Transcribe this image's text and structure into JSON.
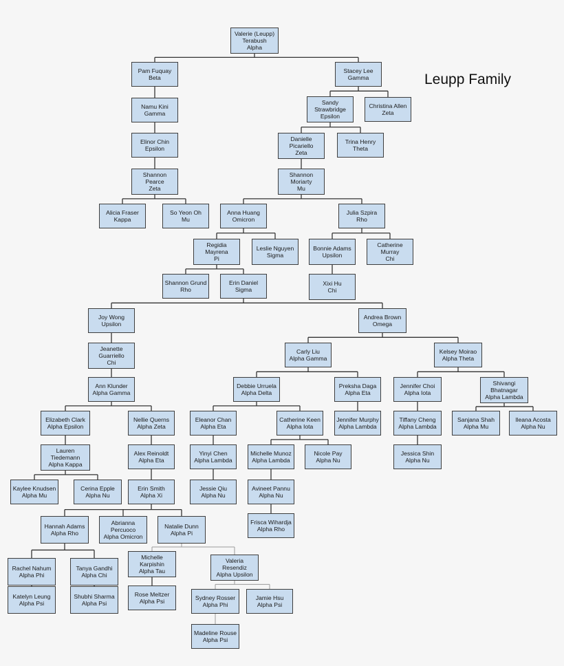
{
  "title": "Leupp Family",
  "nodes": [
    {
      "id": "valerie",
      "lines": [
        "Valerie (Leupp)",
        "Terabush",
        "Alpha"
      ]
    },
    {
      "id": "pam",
      "lines": [
        "Pam Fuquay",
        "Beta"
      ]
    },
    {
      "id": "stacey",
      "lines": [
        "Stacey Lee",
        "Gamma"
      ]
    },
    {
      "id": "namu",
      "lines": [
        "Namu Kini",
        "Gamma"
      ]
    },
    {
      "id": "sandy",
      "lines": [
        "Sandy",
        "Strawbridge",
        "Epsilon"
      ]
    },
    {
      "id": "christina",
      "lines": [
        "Christina Allen",
        "Zeta"
      ]
    },
    {
      "id": "elinor",
      "lines": [
        "Elinor Chin",
        "Epsilon"
      ]
    },
    {
      "id": "danielle",
      "lines": [
        "Danielle",
        "Picariello",
        "Zeta"
      ]
    },
    {
      "id": "trina",
      "lines": [
        "Trina Henry",
        "Theta"
      ]
    },
    {
      "id": "shannonp",
      "lines": [
        "Shannon",
        "Pearce",
        "Zeta"
      ]
    },
    {
      "id": "shannonm",
      "lines": [
        "Shannon",
        "Moriarty",
        "Mu"
      ]
    },
    {
      "id": "alicia",
      "lines": [
        "Alicia Fraser",
        "Kappa"
      ]
    },
    {
      "id": "soyeon",
      "lines": [
        "So Yeon Oh",
        "Mu"
      ]
    },
    {
      "id": "anna",
      "lines": [
        "Anna Huang",
        "Omicron"
      ]
    },
    {
      "id": "julia",
      "lines": [
        "Julia Szpira",
        "Rho"
      ]
    },
    {
      "id": "regidia",
      "lines": [
        "Regidia",
        "Mayrena",
        "Pi"
      ]
    },
    {
      "id": "leslie",
      "lines": [
        "Leslie Nguyen",
        "Sigma"
      ]
    },
    {
      "id": "bonnie",
      "lines": [
        "Bonnie Adams",
        "Upsilon"
      ]
    },
    {
      "id": "catherinem",
      "lines": [
        "Catherine",
        "Murray",
        "Chi"
      ]
    },
    {
      "id": "shannong",
      "lines": [
        "Shannon Grund",
        "Rho"
      ]
    },
    {
      "id": "erind",
      "lines": [
        "Erin Daniel",
        "Sigma"
      ]
    },
    {
      "id": "xixi",
      "lines": [
        "Xixi Hu",
        "Chi"
      ]
    },
    {
      "id": "joy",
      "lines": [
        "Joy Wong",
        "Upsilon"
      ]
    },
    {
      "id": "andrea",
      "lines": [
        "Andrea Brown",
        "Omega"
      ]
    },
    {
      "id": "jeanette",
      "lines": [
        "Jeanette",
        "Guarriello",
        "Chi"
      ]
    },
    {
      "id": "carly",
      "lines": [
        "Carly Liu",
        "Alpha Gamma"
      ]
    },
    {
      "id": "kelsey",
      "lines": [
        "Kelsey Moirao",
        "Alpha Theta"
      ]
    },
    {
      "id": "ann",
      "lines": [
        "Ann Klunder",
        "Alpha Gamma"
      ]
    },
    {
      "id": "debbie",
      "lines": [
        "Debbie Urruela",
        "Alpha Delta"
      ]
    },
    {
      "id": "preksha",
      "lines": [
        "Preksha Daga",
        "Alpha Eta"
      ]
    },
    {
      "id": "jennifer",
      "lines": [
        "Jennifer Choi",
        "Alpha Iota"
      ]
    },
    {
      "id": "shivangi",
      "lines": [
        "Shivangi",
        "Bhatnagar",
        "Alpha Lambda"
      ]
    },
    {
      "id": "elizabeth",
      "lines": [
        "Elizabeth Clark",
        "Alpha Epsilon"
      ]
    },
    {
      "id": "nellie",
      "lines": [
        "Nellie Querns",
        "Alpha Zeta"
      ]
    },
    {
      "id": "eleanor",
      "lines": [
        "Eleanor Chan",
        "Alpha Eta"
      ]
    },
    {
      "id": "catherinek",
      "lines": [
        "Catherine Keen",
        "Alpha Iota"
      ]
    },
    {
      "id": "jmurphy",
      "lines": [
        "Jennifer Murphy",
        "Alpha Lambda"
      ]
    },
    {
      "id": "tiffany",
      "lines": [
        "Tiffany Cheng",
        "Alpha Lambda"
      ]
    },
    {
      "id": "sanjana",
      "lines": [
        "Sanjana Shah",
        "Alpha Mu"
      ]
    },
    {
      "id": "ileana",
      "lines": [
        "Ileana Acosta",
        "Alpha Nu"
      ]
    },
    {
      "id": "lauren",
      "lines": [
        "Lauren",
        "Tiedemann",
        "Alpha Kappa"
      ]
    },
    {
      "id": "alex",
      "lines": [
        "Alex Reinoldt",
        "Alpha Eta"
      ]
    },
    {
      "id": "yinyi",
      "lines": [
        "Yinyi Chen",
        "Alpha Lambda"
      ]
    },
    {
      "id": "michellem",
      "lines": [
        "Michelle Munoz",
        "Alpha Lambda"
      ]
    },
    {
      "id": "nicole",
      "lines": [
        "Nicole Pay",
        "Alpha Nu"
      ]
    },
    {
      "id": "jessica",
      "lines": [
        "Jessica Shin",
        "Alpha Nu"
      ]
    },
    {
      "id": "kaylee",
      "lines": [
        "Kaylee Knudsen",
        "Alpha Mu"
      ]
    },
    {
      "id": "cerina",
      "lines": [
        "Cerina Epple",
        "Alpha Nu"
      ]
    },
    {
      "id": "erins",
      "lines": [
        "Erin Smith",
        "Alpha Xi"
      ]
    },
    {
      "id": "jessie",
      "lines": [
        "Jessie Qiu",
        "Alpha Nu"
      ]
    },
    {
      "id": "avineet",
      "lines": [
        "Avineet Pannu",
        "Alpha Nu"
      ]
    },
    {
      "id": "hannah",
      "lines": [
        "Hannah Adams",
        "Alpha Rho"
      ]
    },
    {
      "id": "abrianna",
      "lines": [
        "Abrianna",
        "Percuoco",
        "Alpha Omicron"
      ]
    },
    {
      "id": "natalie",
      "lines": [
        "Natalie Dunn",
        "Alpha Pi"
      ]
    },
    {
      "id": "frisca",
      "lines": [
        "Frisca Wihardja",
        "Alpha Rho"
      ]
    },
    {
      "id": "michellek",
      "lines": [
        "Michelle",
        "Karpishin",
        "Alpha Tau"
      ]
    },
    {
      "id": "valeria",
      "lines": [
        "Valeria",
        "Resendiz",
        "Alpha Upsilon"
      ]
    },
    {
      "id": "rachel",
      "lines": [
        "Rachel Nahum",
        "Alpha Phi"
      ]
    },
    {
      "id": "tanya",
      "lines": [
        "Tanya Gandhi",
        "Alpha Chi"
      ]
    },
    {
      "id": "rose",
      "lines": [
        "Rose Meltzer",
        "Alpha Psi"
      ]
    },
    {
      "id": "sydney",
      "lines": [
        "Sydney Rosser",
        "Alpha Phi"
      ]
    },
    {
      "id": "jamie",
      "lines": [
        "Jamie Hsu",
        "Alpha Psi"
      ]
    },
    {
      "id": "katelyn",
      "lines": [
        "Katelyn Leung",
        "Alpha Psi"
      ]
    },
    {
      "id": "shubhi",
      "lines": [
        "Shubhi Sharma",
        "Alpha Psi"
      ]
    },
    {
      "id": "madeline",
      "lines": [
        "Madeline Rouse",
        "Alpha Psi"
      ]
    }
  ],
  "edges": [
    {
      "from": "valerie",
      "to": [
        "pam",
        "stacey"
      ]
    },
    {
      "from": "pam",
      "to": [
        "namu"
      ]
    },
    {
      "from": "namu",
      "to": [
        "elinor"
      ]
    },
    {
      "from": "elinor",
      "to": [
        "shannonp"
      ]
    },
    {
      "from": "shannonp",
      "to": [
        "alicia",
        "soyeon"
      ]
    },
    {
      "from": "stacey",
      "to": [
        "sandy",
        "christina"
      ]
    },
    {
      "from": "sandy",
      "to": [
        "danielle",
        "trina"
      ]
    },
    {
      "from": "danielle",
      "to": [
        "shannonm"
      ]
    },
    {
      "from": "shannonm",
      "to": [
        "anna",
        "julia"
      ]
    },
    {
      "from": "anna",
      "to": [
        "regidia",
        "leslie"
      ]
    },
    {
      "from": "regidia",
      "to": [
        "shannong",
        "erind"
      ]
    },
    {
      "from": "julia",
      "to": [
        "bonnie",
        "catherinem"
      ]
    },
    {
      "from": "bonnie",
      "to": [
        "xixi"
      ]
    },
    {
      "from": "erind",
      "to": [
        "joy",
        "andrea"
      ]
    },
    {
      "from": "joy",
      "to": [
        "jeanette"
      ]
    },
    {
      "from": "jeanette",
      "to": [
        "ann"
      ]
    },
    {
      "from": "ann",
      "to": [
        "elizabeth",
        "nellie"
      ]
    },
    {
      "from": "elizabeth",
      "to": [
        "lauren"
      ]
    },
    {
      "from": "lauren",
      "to": [
        "kaylee",
        "cerina"
      ]
    },
    {
      "from": "nellie",
      "to": [
        "alex"
      ]
    },
    {
      "from": "alex",
      "to": [
        "erins"
      ]
    },
    {
      "from": "erins",
      "to": [
        "hannah",
        "abrianna",
        "natalie"
      ]
    },
    {
      "from": "hannah",
      "to": [
        "rachel",
        "tanya"
      ]
    },
    {
      "from": "rachel",
      "to": [
        "katelyn"
      ]
    },
    {
      "from": "tanya",
      "to": [
        "shubhi"
      ]
    },
    {
      "from": "natalie",
      "to": [
        "michellek",
        "valeria"
      ],
      "faint": true
    },
    {
      "from": "michellek",
      "to": [
        "rose"
      ]
    },
    {
      "from": "valeria",
      "to": [
        "sydney",
        "jamie"
      ],
      "faint": true
    },
    {
      "from": "sydney",
      "to": [
        "madeline"
      ],
      "faint": true
    },
    {
      "from": "andrea",
      "to": [
        "carly",
        "kelsey"
      ]
    },
    {
      "from": "carly",
      "to": [
        "debbie",
        "preksha"
      ]
    },
    {
      "from": "debbie",
      "to": [
        "eleanor",
        "catherinek"
      ]
    },
    {
      "from": "eleanor",
      "to": [
        "yinyi"
      ]
    },
    {
      "from": "yinyi",
      "to": [
        "jessie"
      ]
    },
    {
      "from": "catherinek",
      "to": [
        "michellem",
        "nicole"
      ]
    },
    {
      "from": "michellem",
      "to": [
        "avineet"
      ]
    },
    {
      "from": "avineet",
      "to": [
        "frisca"
      ]
    },
    {
      "from": "preksha",
      "to": [
        "jmurphy"
      ]
    },
    {
      "from": "kelsey",
      "to": [
        "jennifer",
        "shivangi"
      ]
    },
    {
      "from": "jennifer",
      "to": [
        "tiffany"
      ]
    },
    {
      "from": "tiffany",
      "to": [
        "jessica"
      ]
    },
    {
      "from": "shivangi",
      "to": [
        "sanjana",
        "ileana"
      ]
    }
  ]
}
